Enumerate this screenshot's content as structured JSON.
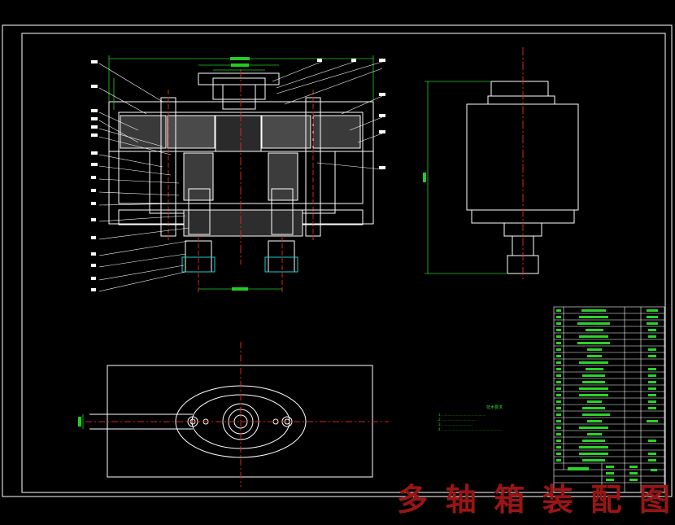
{
  "title_watermark": [
    "多",
    "轴",
    "箱",
    "装",
    "配",
    "图"
  ],
  "colors": {
    "background": "#000000",
    "outline": "#ffffff",
    "dimension": "#22cc22",
    "centerline": "#dd2222",
    "watermark": "#9a1515"
  },
  "tech_notes": {
    "heading": "技术要求",
    "lines": [
      "1. ..........................................",
      "2. .................................",
      "3. .............................",
      "4. .........................................................."
    ]
  },
  "views": [
    "front-section-view",
    "side-view",
    "top-view",
    "parts-list"
  ]
}
